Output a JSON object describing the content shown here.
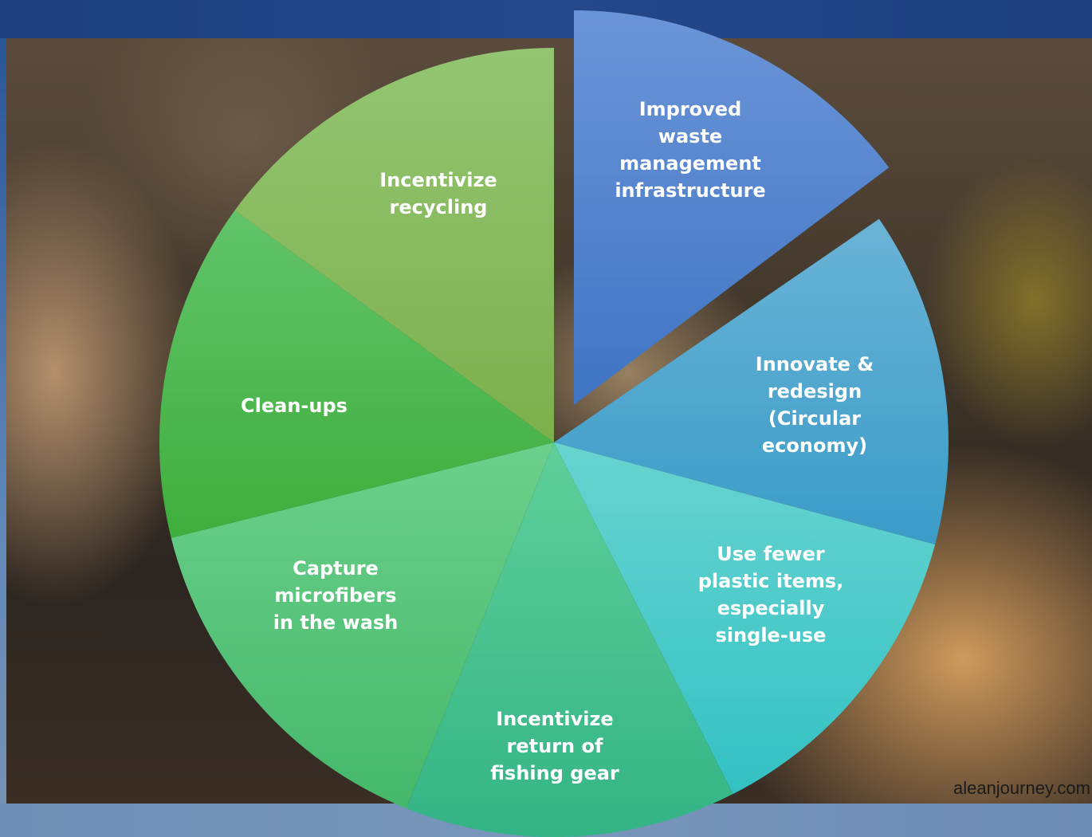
{
  "segments": [
    {
      "label_lines": [
        "Improved",
        "waste",
        "management",
        "infrastructure"
      ],
      "color_top": "#6b95d8",
      "color_bottom": "#3f74c4"
    },
    {
      "label_lines": [
        "Innovate &",
        "redesign",
        "(Circular",
        "economy)"
      ],
      "color_top": "#6ab3d6",
      "color_bottom": "#3a9cc8"
    },
    {
      "label_lines": [
        "Use fewer",
        "plastic items,",
        "especially",
        "single-use"
      ],
      "color_top": "#68d4d0",
      "color_bottom": "#33c1c4"
    },
    {
      "label_lines": [
        "Incentivize",
        "return of",
        "fishing gear"
      ],
      "color_top": "#5fcf9a",
      "color_bottom": "#33b485"
    },
    {
      "label_lines": [
        "Capture",
        "microfibers",
        "in the wash"
      ],
      "color_top": "#6bd08b",
      "color_bottom": "#45b86a"
    },
    {
      "label_lines": [
        "Clean-ups"
      ],
      "color_top": "#62c46a",
      "color_bottom": "#3fae3c"
    },
    {
      "label_lines": [
        "Incentivize",
        "recycling"
      ],
      "color_top": "#94c572",
      "color_bottom": "#7cb04c"
    }
  ],
  "credit": "aleanjourney.com"
}
